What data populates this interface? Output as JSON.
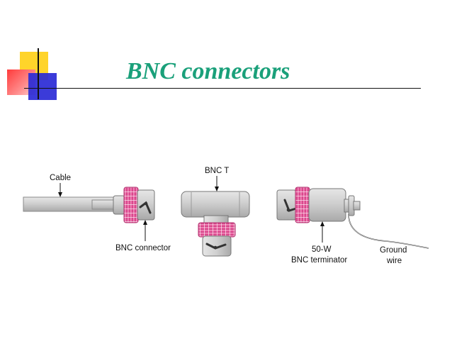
{
  "slide": {
    "title": "BNC connectors"
  },
  "diagram": {
    "labels": {
      "cable": "Cable",
      "bnc_connector": "BNC connector",
      "bnc_t": "BNC T",
      "terminator_line1": "50-W",
      "terminator_line2": "BNC terminator",
      "ground_line1": "Ground",
      "ground_line2": "wire"
    }
  },
  "colors": {
    "title": "#1aa07a",
    "collar": "#e8559a",
    "body_gray": "#c7c7c7"
  }
}
